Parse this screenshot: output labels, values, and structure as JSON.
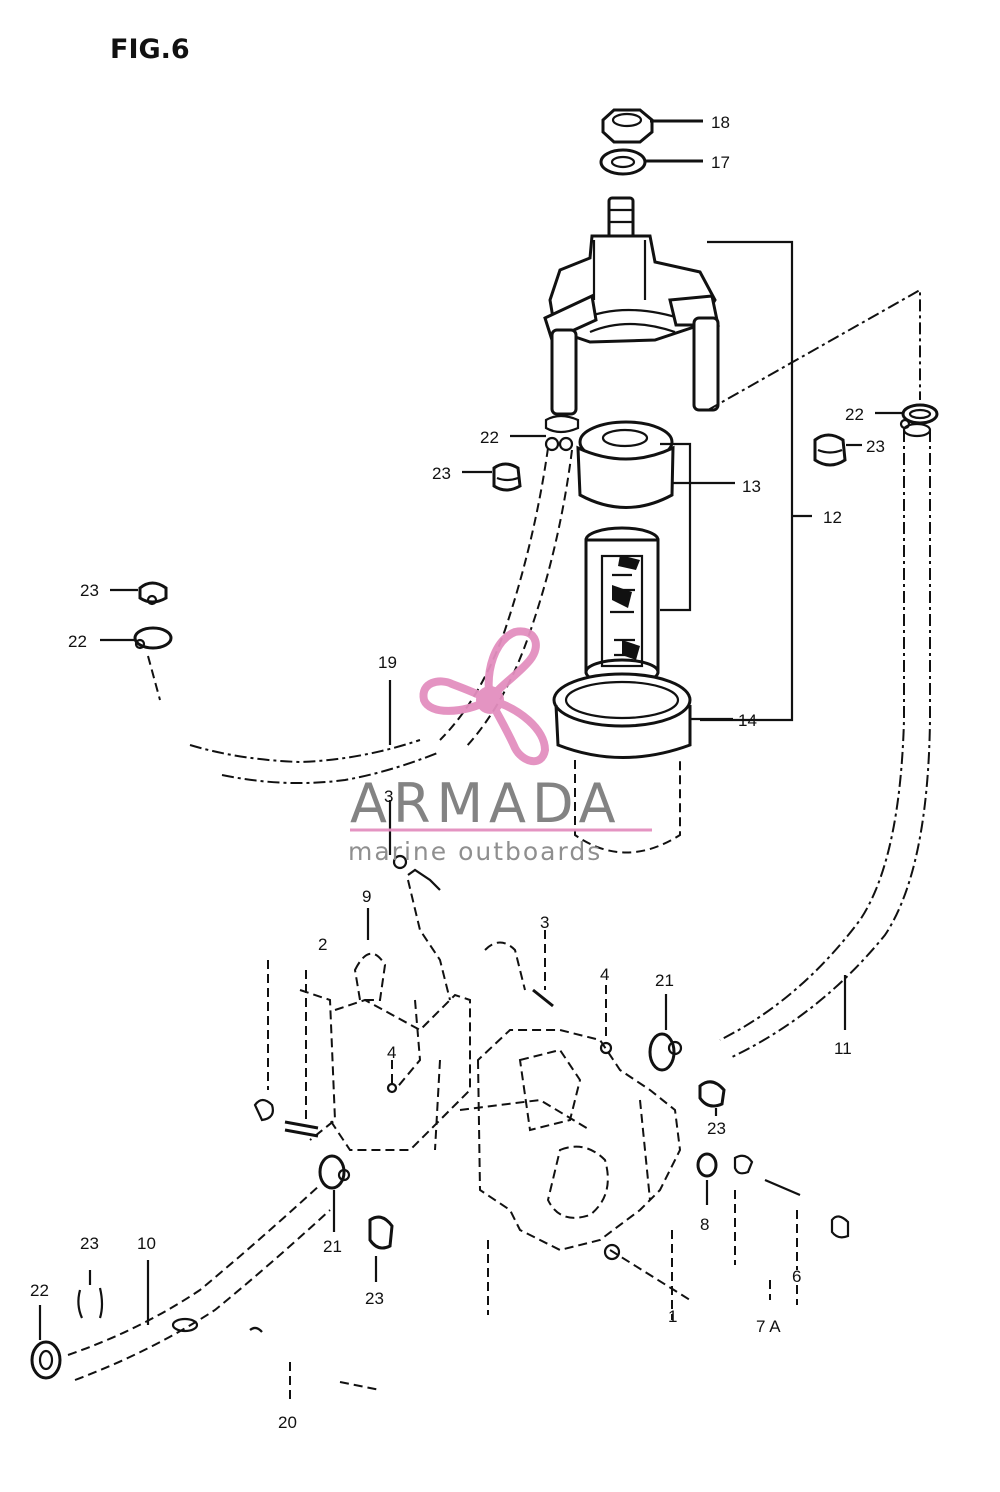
{
  "figure": {
    "title": "FIG.6"
  },
  "callouts": [
    {
      "id": "c18",
      "label": "18"
    },
    {
      "id": "c17",
      "label": "17"
    },
    {
      "id": "c22a",
      "label": "22"
    },
    {
      "id": "c23a",
      "label": "23"
    },
    {
      "id": "c22b",
      "label": "22"
    },
    {
      "id": "c23b",
      "label": "23"
    },
    {
      "id": "c13",
      "label": "13"
    },
    {
      "id": "c12",
      "label": "12"
    },
    {
      "id": "c23c",
      "label": "23"
    },
    {
      "id": "c22c",
      "label": "22"
    },
    {
      "id": "c19",
      "label": "19"
    },
    {
      "id": "c14",
      "label": "14"
    },
    {
      "id": "c3a",
      "label": "3"
    },
    {
      "id": "c9",
      "label": "9"
    },
    {
      "id": "c3b",
      "label": "3"
    },
    {
      "id": "c4a",
      "label": "4"
    },
    {
      "id": "c21a",
      "label": "21"
    },
    {
      "id": "c11",
      "label": "11"
    },
    {
      "id": "c4b",
      "label": "4"
    },
    {
      "id": "c23d",
      "label": "23"
    },
    {
      "id": "c8",
      "label": "8"
    },
    {
      "id": "c21b",
      "label": "21"
    },
    {
      "id": "c23e",
      "label": "23"
    },
    {
      "id": "c10",
      "label": "10"
    },
    {
      "id": "c22d",
      "label": "22"
    },
    {
      "id": "c20",
      "label": "20"
    },
    {
      "id": "c6",
      "label": "6"
    },
    {
      "id": "c7a",
      "label": "7 A"
    },
    {
      "id": "c1",
      "label": "1"
    },
    {
      "id": "c2",
      "label": "2"
    }
  ],
  "watermark": {
    "brand": "ARMADA",
    "tagline": "marine outboards",
    "color_pink": "#e38fbf",
    "color_gray": "#7d7d7d"
  }
}
